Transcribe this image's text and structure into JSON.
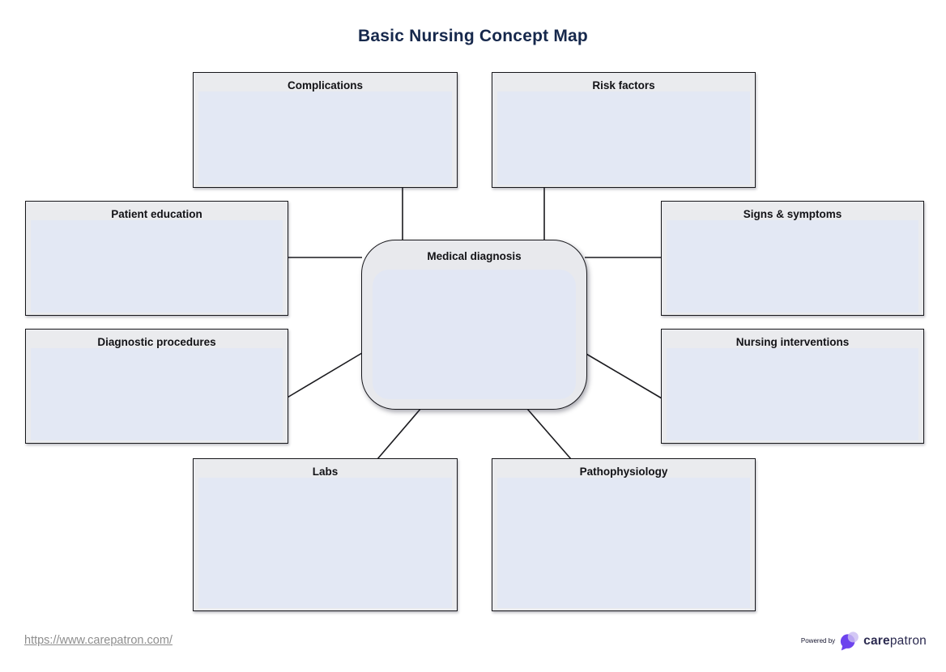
{
  "title": "Basic Nursing Concept Map",
  "center_node": {
    "label": "Medical diagnosis"
  },
  "nodes": [
    {
      "id": "complications",
      "label": "Complications"
    },
    {
      "id": "risk-factors",
      "label": "Risk factors"
    },
    {
      "id": "patient-education",
      "label": "Patient education"
    },
    {
      "id": "signs-symptoms",
      "label": "Signs & symptoms"
    },
    {
      "id": "diagnostic-procedures",
      "label": "Diagnostic procedures"
    },
    {
      "id": "nursing-interventions",
      "label": "Nursing interventions"
    },
    {
      "id": "labs",
      "label": "Labs"
    },
    {
      "id": "pathophysiology",
      "label": "Pathophysiology"
    }
  ],
  "footer": {
    "link_text": "https://www.carepatron.com/",
    "link_url": "https://www.carepatron.com/",
    "powered_by_label": "Powered by",
    "brand_bold": "care",
    "brand_regular": "patron"
  },
  "colors": {
    "title_navy": "#16284c",
    "box_header": "#eaebee",
    "box_body": "#e3e8f4",
    "box_border": "#17171b",
    "connector": "#1a1a1e",
    "link_gray": "#8e8e8e",
    "brand_navy": "#2b2a50",
    "brand_purple": "#6d43ee",
    "brand_purple_light": "#cabdf3"
  }
}
